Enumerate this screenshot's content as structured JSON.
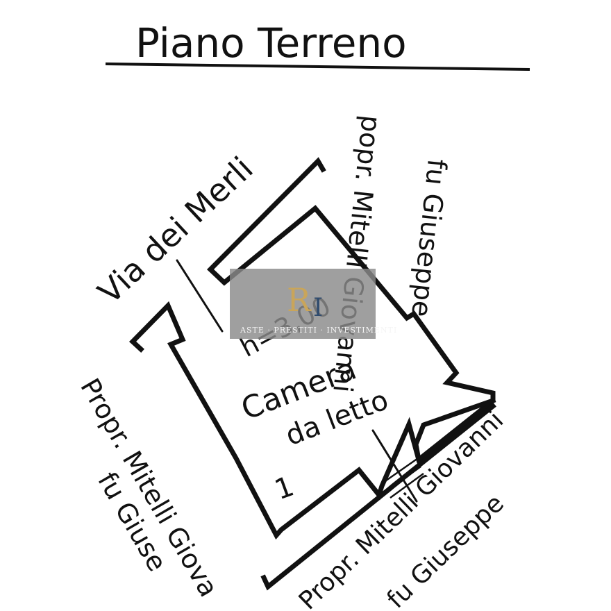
{
  "title": "Piano Terreno",
  "labels": {
    "street": "Via dei Merli",
    "owner_right_name": "popr. Mitelli Giovanni",
    "owner_right_father": "fu Giuseppe",
    "owner_left_name": "Propr. Mitelli Giova",
    "owner_left_father": "fu Giuse",
    "owner_bottom_name": "Propr. Mitelli Giovanni",
    "owner_bottom_father": "fu Giuseppe",
    "room_name": "Camera",
    "room_name_2": "da letto",
    "height": "h=3,00",
    "room_number": "1"
  },
  "watermark": {
    "monogram": "R",
    "monogram_2": "I",
    "text": "ASTE · PRESTITI · INVESTIMENTI",
    "accent": "#c9a55a"
  },
  "colors": {
    "ink": "#111111",
    "paper": "#ffffff",
    "watermark_bg": "#8a8a8a"
  }
}
